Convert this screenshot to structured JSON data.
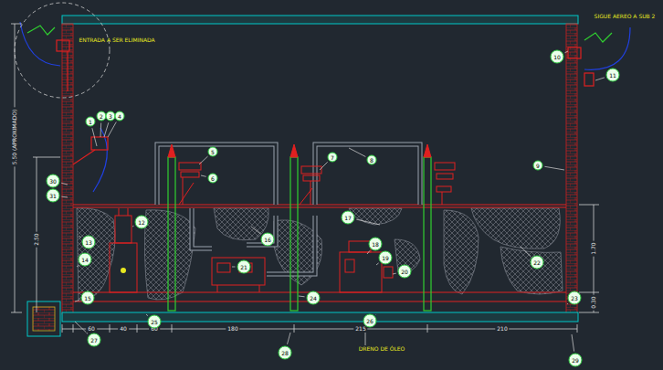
{
  "diagram": {
    "labels": [
      "ENTRADA A SER ELIMINADA",
      "SIGUE AEREO A SUB 2",
      "5.50 (APROXIMADO)",
      "2.50",
      "1.70",
      "0.30",
      "60",
      "40",
      "60",
      "180",
      "215",
      "210",
      "DRENO DE ÓLEO",
      "1",
      "2",
      "3",
      "4",
      "5",
      "6",
      "7",
      "8",
      "9",
      "10",
      "11",
      "12",
      "13",
      "14",
      "15",
      "16",
      "17",
      "18",
      "19",
      "20",
      "21",
      "22",
      "23",
      "24",
      "25",
      "26",
      "27",
      "28",
      "29",
      "30",
      "31"
    ]
  }
}
